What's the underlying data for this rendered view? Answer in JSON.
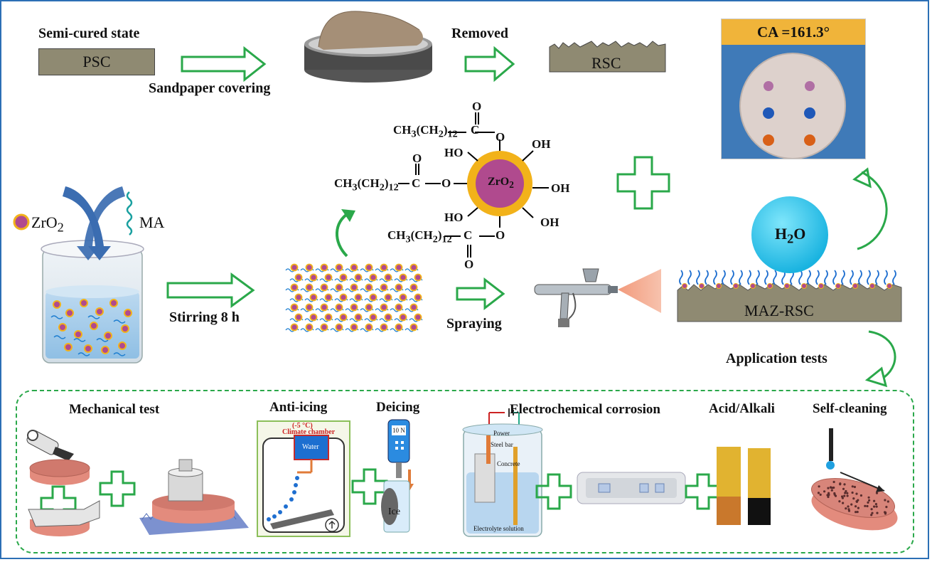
{
  "top_row": {
    "semi_cured_label": "Semi-cured state",
    "psc_label": "PSC",
    "sandpaper_label": "Sandpaper covering",
    "removed_label": "Removed",
    "rsc_label": "RSC"
  },
  "photo": {
    "ca_label": "CA =161.3°"
  },
  "molecule": {
    "chain_label": "CH3(CH2)12",
    "core_label": "ZrO2",
    "carbon": "C",
    "oxygen": "O",
    "hydroxyl": "OH",
    "hydroxyl_left": "HO"
  },
  "mixing": {
    "zro2_legend": "ZrO2",
    "ma_legend": "MA",
    "stirring_label": "Stirring 8 h"
  },
  "spraying_label": "Spraying",
  "surface": {
    "water_label": "H2O",
    "substrate_label": "MAZ-RSC"
  },
  "application_label": "Application tests",
  "tests": {
    "mechanical": "Mechanical test",
    "anti_icing": "Anti-icing",
    "climate_temp": "(-5 °C)",
    "climate_chamber": "Climate chamber",
    "water": "Water",
    "deicing": "Deicing",
    "force": "10 N",
    "ice": "Ice",
    "electrochemical": "Electrochemical corrosion",
    "power": "Power",
    "steel_bar": "Steel bar",
    "concrete": "Concrete",
    "electrolyte": "Electrolyte solution",
    "acid_alkali": "Acid/Alkali",
    "self_cleaning": "Self-cleaning"
  },
  "colors": {
    "arrow_green": "#2aa84a",
    "frame_blue": "#2c6fb5",
    "slab": "#8f8a72",
    "particle": "#b04a8e",
    "shell": "#f2b21a",
    "chain": "#1f7fd0",
    "water_drop": "#27c2ea"
  }
}
